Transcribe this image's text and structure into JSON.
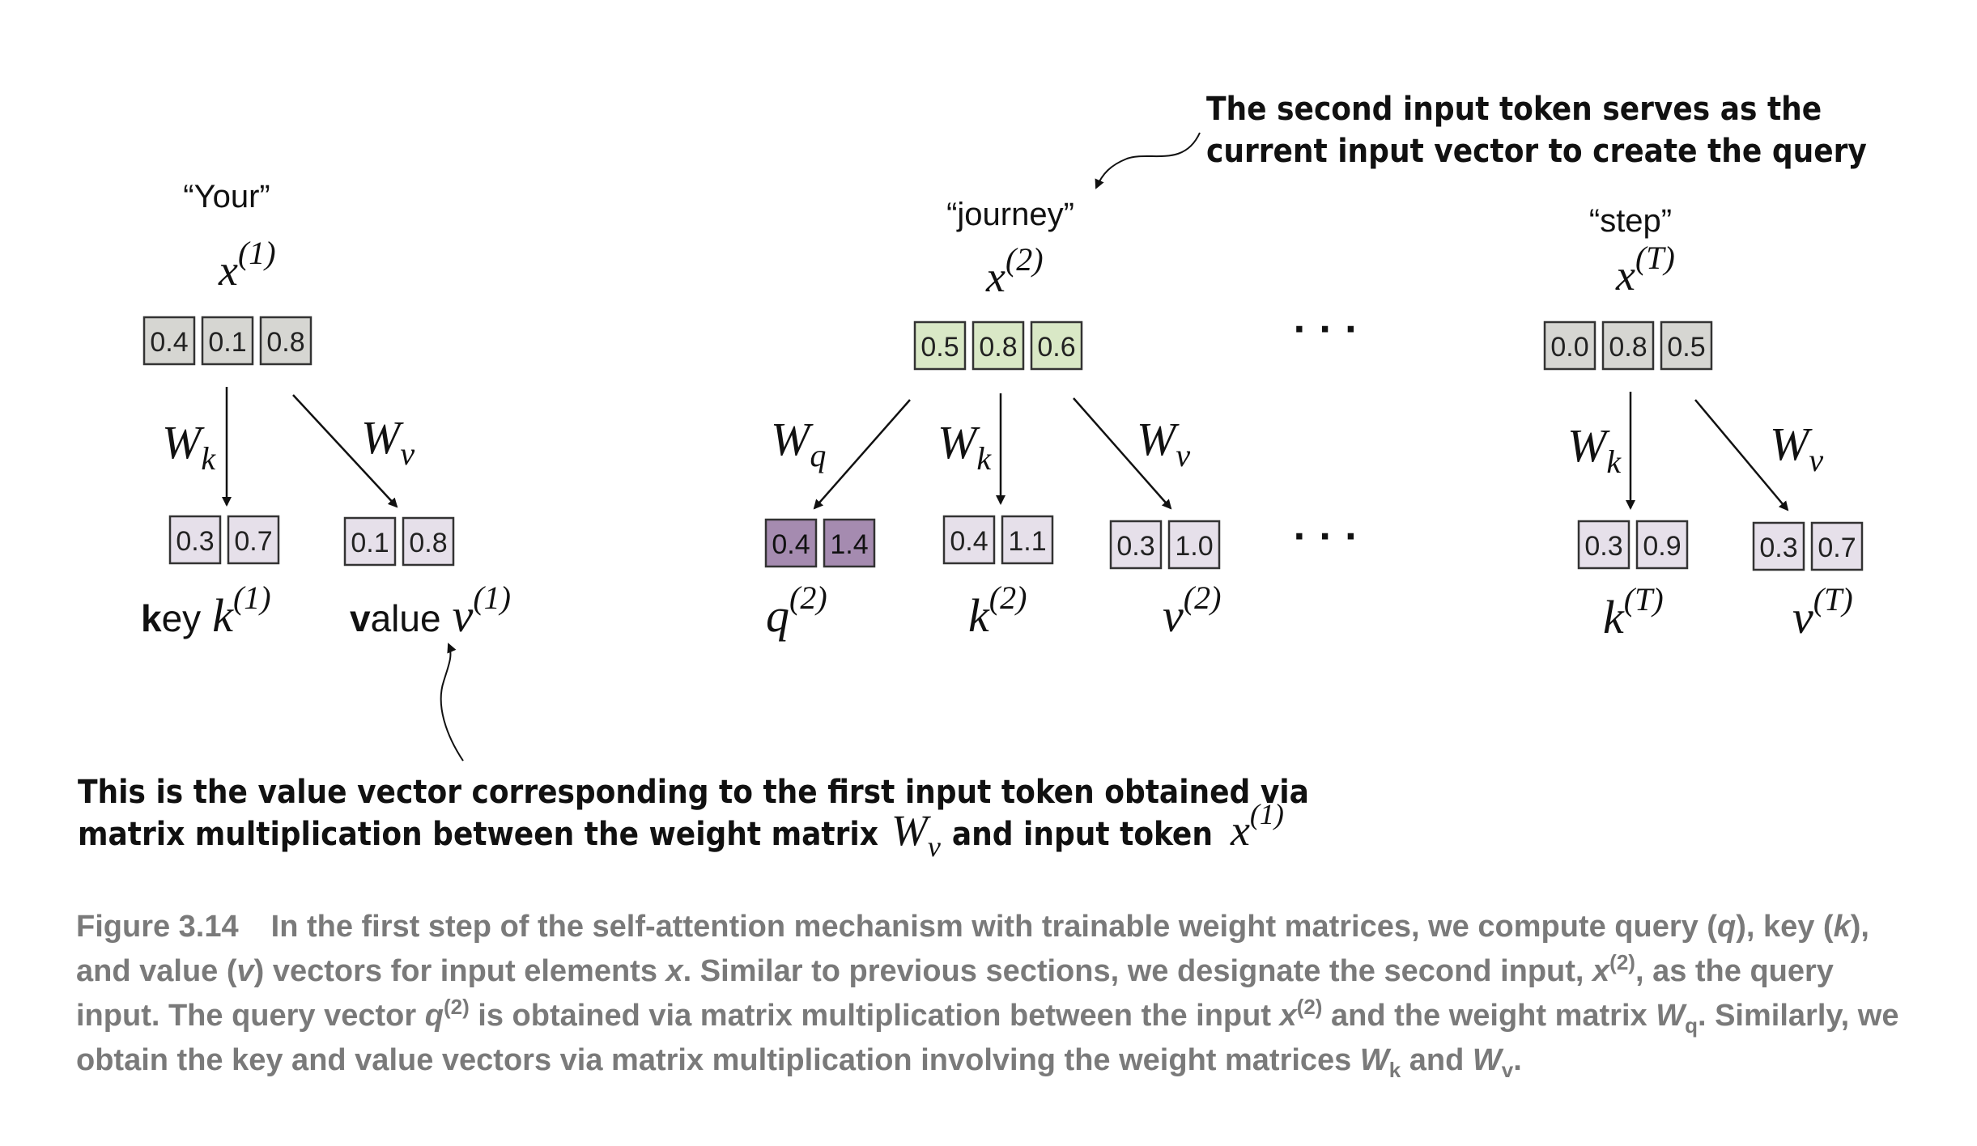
{
  "tokens": [
    {
      "id": "your",
      "word": "“Your”",
      "input_symbol": "x",
      "input_index": "(1)",
      "input_values": [
        "0.4",
        "0.1",
        "0.8"
      ],
      "outputs": [
        {
          "kind": "key",
          "weight": "W",
          "weight_sub": "k",
          "values": [
            "0.3",
            "0.7"
          ],
          "label_prefix": "k",
          "label_word_bold": "k",
          "label_word_rest": "ey",
          "symbol": "k",
          "index": "(1)"
        },
        {
          "kind": "value",
          "weight": "W",
          "weight_sub": "v",
          "values": [
            "0.1",
            "0.8"
          ],
          "label_prefix": "v",
          "label_word_bold": "v",
          "label_word_rest": "alue",
          "symbol": "v",
          "index": "(1)"
        }
      ]
    },
    {
      "id": "journey",
      "word": "“journey”",
      "input_symbol": "x",
      "input_index": "(2)",
      "input_values": [
        "0.5",
        "0.8",
        "0.6"
      ],
      "outputs": [
        {
          "kind": "query",
          "weight": "W",
          "weight_sub": "q",
          "values": [
            "0.4",
            "1.4"
          ],
          "symbol": "q",
          "index": "(2)"
        },
        {
          "kind": "key",
          "weight": "W",
          "weight_sub": "k",
          "values": [
            "0.4",
            "1.1"
          ],
          "symbol": "k",
          "index": "(2)"
        },
        {
          "kind": "value",
          "weight": "W",
          "weight_sub": "v",
          "values": [
            "0.3",
            "1.0"
          ],
          "symbol": "v",
          "index": "(2)"
        }
      ]
    },
    {
      "id": "step",
      "word": "“step”",
      "input_symbol": "x",
      "input_index": "(T)",
      "input_values": [
        "0.0",
        "0.8",
        "0.5"
      ],
      "outputs": [
        {
          "kind": "key",
          "weight": "W",
          "weight_sub": "k",
          "values": [
            "0.3",
            "0.9"
          ],
          "symbol": "k",
          "index": "(T)"
        },
        {
          "kind": "value",
          "weight": "W",
          "weight_sub": "v",
          "values": [
            "0.3",
            "0.7"
          ],
          "symbol": "v",
          "index": "(T)"
        }
      ]
    }
  ],
  "ellipsis": "· · ·",
  "callout_top": {
    "line1": "The second input token serves as the",
    "line2": "current input vector to create the query"
  },
  "callout_bottom": {
    "line1": "This is the value vector corresponding to the first input token obtained via",
    "line2": "matrix multiplication between the weight matrix",
    "line2_weight": "W",
    "line2_weight_sub": "v",
    "line2_rest": "and input token",
    "line2_symbol": "x",
    "line2_index": "(1)"
  },
  "caption": {
    "figure_number": "Figure 3.14",
    "part1": "In the first step of the self-attention mechanism with trainable weight matrices, we compute query (",
    "q": "q",
    "part2": "), key (",
    "k": "k",
    "part3": "), and value (",
    "v": "v",
    "part4": ") vectors for input elements ",
    "x": "x",
    "part5": ". Similar to previous sections, we designate the second input, ",
    "x2": "x",
    "sup2": "(2)",
    "part6": ", as the query input. The query vector ",
    "q2": "q",
    "sup_q2": "(2)",
    "part7": " is obtained via matrix multiplication between the input ",
    "x3": "x",
    "sup3": "(2)",
    "part8": " and the weight matrix ",
    "wq": "W",
    "sub_q": "q",
    "part9": ". Similarly, we obtain the key and value vectors via matrix multiplication involving the weight matrices ",
    "wk": "W",
    "sub_k": "k",
    "part10": " and ",
    "wv": "W",
    "sub_v": "v",
    "part11": "."
  },
  "colors": {
    "gray_cell": "#d6d6d2",
    "green_cell": "#d9e8c6",
    "light_purple_cell": "#e6e0ea",
    "dark_purple_cell": "#a58bb0",
    "caption_text": "#7a7a7a"
  }
}
